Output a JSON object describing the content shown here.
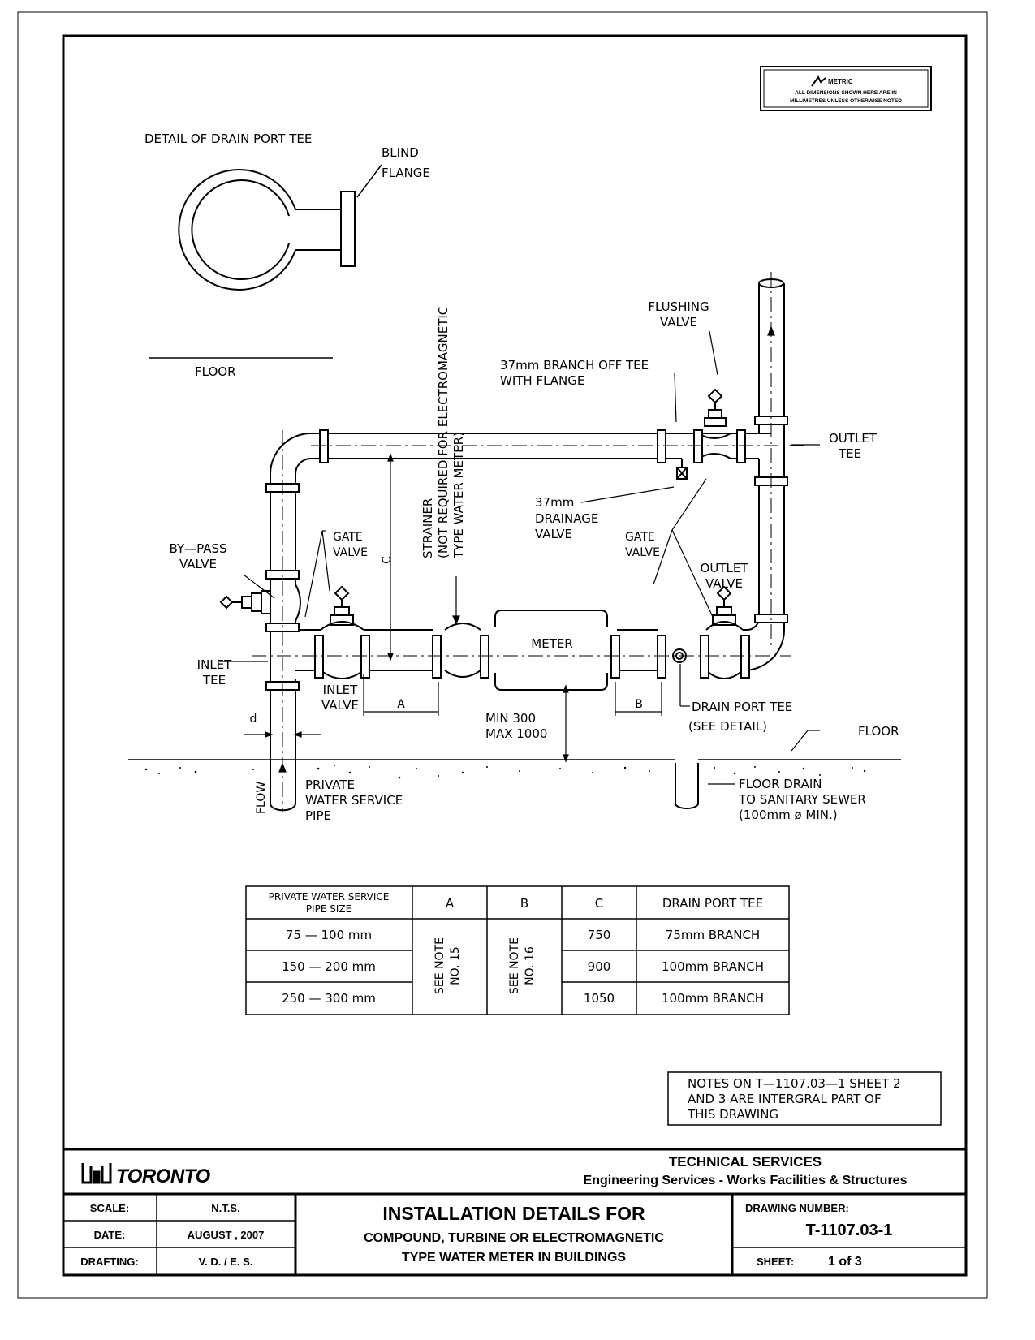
{
  "metric_note": {
    "title": "METRIC",
    "line1": "ALL DIMENSIONS SHOWN HERE ARE IN",
    "line2": "MILLIMETRES UNLESS OTHERWISE NOTED"
  },
  "detail": {
    "title": "DETAIL OF DRAIN PORT TEE",
    "blind": "BLIND",
    "flange": "FLANGE"
  },
  "labels": {
    "floor_top": "FLOOR",
    "flushing": "FLUSHING",
    "valve": "VALVE",
    "branch_tee": "37mm BRANCH OFF TEE",
    "with_flange": "WITH FLANGE",
    "outlet": "OUTLET",
    "tee": "TEE",
    "strainer1": "STRAINER",
    "strainer2": "(NOT REQUIRED FOR ELECTROMAGNETIC",
    "strainer3": "TYPE WATER METER)",
    "drainage1": "37mm",
    "drainage2": "DRAINAGE",
    "drainage3": "VALVE",
    "gate": "GATE",
    "bypass": "BY—PASS",
    "c": "C",
    "inlet": "INLET",
    "meter": "METER",
    "a": "A",
    "b": "B",
    "d": "d",
    "min": "MIN 300",
    "max": "MAX 1000",
    "drain_port": "DRAIN PORT TEE",
    "see_detail": "(SEE DETAIL)",
    "floor": "FLOOR",
    "flow": "FLOW",
    "private": "PRIVATE",
    "water_service": "WATER SERVICE",
    "pipe": "PIPE",
    "floor_drain": "FLOOR DRAIN",
    "sanitary": "TO SANITARY SEWER",
    "dia": "(100mm ø MIN.)"
  },
  "table": {
    "header_line1": "PRIVATE WATER SERVICE",
    "header_line2": "PIPE SIZE",
    "col_a": "A",
    "col_b": "B",
    "col_c": "C",
    "col_tee": "DRAIN PORT TEE",
    "see_note_a": [
      "SEE NOTE",
      "NO. 15"
    ],
    "see_note_b": [
      "SEE NOTE",
      "NO. 16"
    ],
    "rows": [
      {
        "size": "75 — 100 mm",
        "c": "750",
        "tee": "75mm BRANCH"
      },
      {
        "size": "150 — 200 mm",
        "c": "900",
        "tee": "100mm BRANCH"
      },
      {
        "size": "250 — 300 mm",
        "c": "1050",
        "tee": "100mm BRANCH"
      }
    ]
  },
  "notes": {
    "line1": "NOTES ON T—1107.03—1 SHEET 2",
    "line2": "AND 3 ARE INTERGRAL PART OF",
    "line3": "THIS DRAWING"
  },
  "title_block": {
    "logo_text": "TORONTO",
    "dept": "TECHNICAL SERVICES",
    "subdept": "Engineering Services - Works Facilities & Structures",
    "scale_label": "SCALE:",
    "scale_value": "N.T.S.",
    "date_label": "DATE:",
    "date_value": "AUGUST , 2007",
    "drafting_label": "DRAFTING:",
    "drafting_value": "V. D. / E. S.",
    "title": "INSTALLATION DETAILS FOR",
    "subtitle1": "COMPOUND, TURBINE OR ELECTROMAGNETIC",
    "subtitle2": "TYPE WATER METER IN BUILDINGS",
    "drawing_number_label": "DRAWING NUMBER:",
    "drawing_number": "T-1107.03-1",
    "sheet_label": "SHEET:",
    "sheet_value": "1 of 3"
  }
}
